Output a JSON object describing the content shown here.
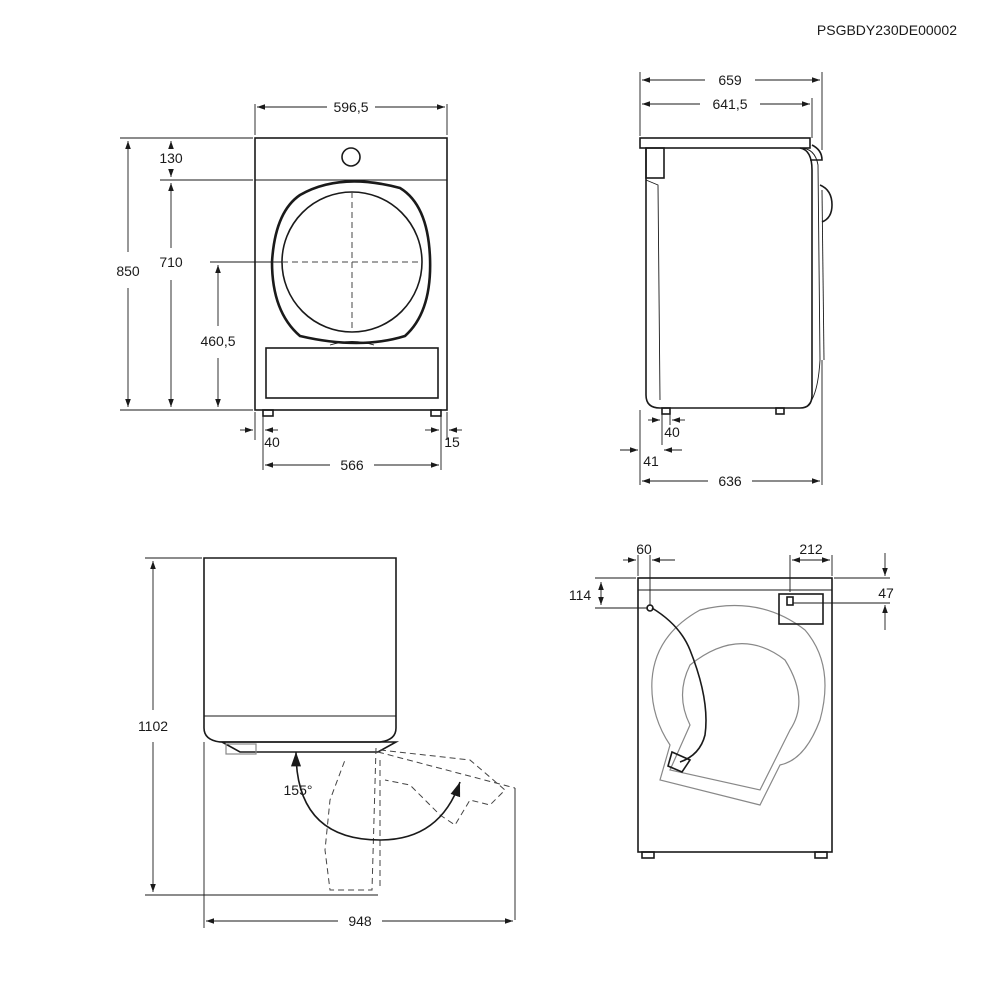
{
  "doc_code": "PSGBDY230DE00002",
  "front": {
    "width_top": "596,5",
    "h_top": "130",
    "h_total": "850",
    "h_body": "710",
    "h_center": "460,5",
    "foot_left": "40",
    "foot_right": "15",
    "foot_span": "566"
  },
  "side": {
    "depth_total": "659",
    "depth_body": "641,5",
    "foot": "40",
    "back_offset": "41",
    "depth_base": "636"
  },
  "open": {
    "height_open": "1102",
    "angle": "155°",
    "depth_open": "948"
  },
  "back": {
    "hose_x": "60",
    "hose_y": "114",
    "plug_x": "212",
    "plug_y": "47"
  }
}
